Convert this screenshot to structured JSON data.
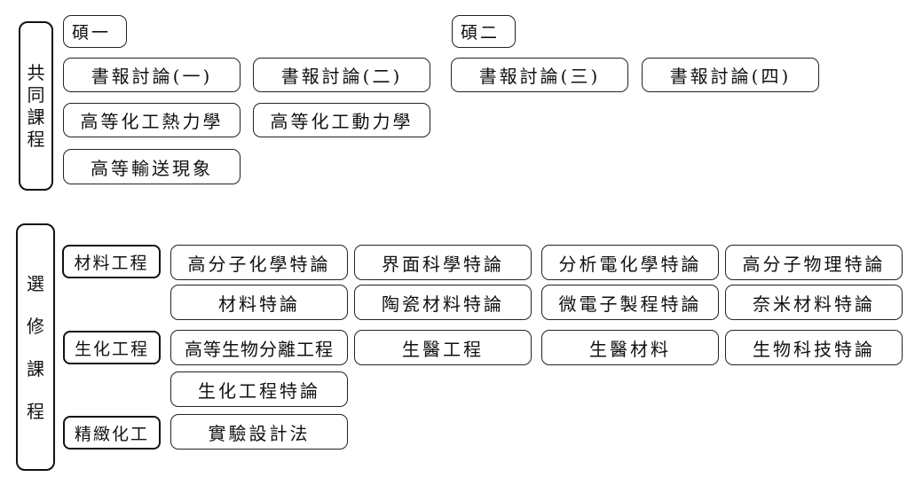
{
  "common": {
    "label_chars": [
      "共",
      "同",
      "課",
      "程"
    ],
    "year1": "碩一",
    "year2": "碩二",
    "courses": [
      "書報討論(一)",
      "書報討論(二)",
      "書報討論(三)",
      "書報討論(四)",
      "高等化工熱力學",
      "高等化工動力學",
      "高等輸送現象"
    ]
  },
  "elective": {
    "label_chars": [
      "選",
      "修",
      "課",
      "程"
    ],
    "categories": [
      {
        "name": "材料工程",
        "courses": [
          "高分子化學特論",
          "界面科學特論",
          "分析電化學特論",
          "高分子物理特論",
          "材料特論",
          "陶瓷材料特論",
          "微電子製程特論",
          "奈米材料特論"
        ]
      },
      {
        "name": "生化工程",
        "courses": [
          "高等生物分離工程",
          "生醫工程",
          "生醫材料",
          "生物科技特論",
          "生化工程特論"
        ]
      },
      {
        "name": "精緻化工",
        "courses": [
          "實驗設計法"
        ]
      }
    ]
  }
}
